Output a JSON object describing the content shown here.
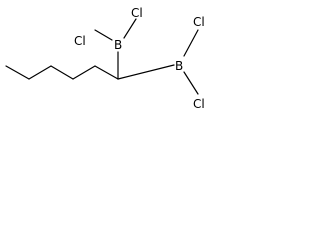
{
  "structure": {
    "atoms": {
      "cl_top_left": "Cl",
      "cl_top_right": "Cl",
      "cl_left": "Cl",
      "cl_bottom_right": "Cl",
      "boron_upper": "B",
      "boron_right": "B"
    },
    "colors": {
      "bond": "#000000",
      "label": "#000000",
      "background": "#ffffff"
    }
  }
}
